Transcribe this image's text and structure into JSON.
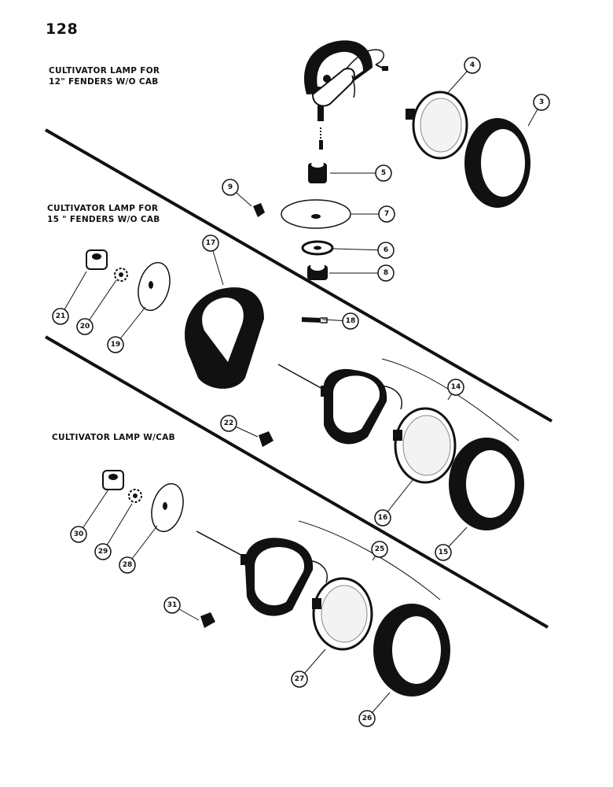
{
  "page_number": "128",
  "sections": [
    {
      "id": "top",
      "lines": [
        "CULTIVATOR LAMP FOR",
        "12\" FENDERS W/O CAB"
      ]
    },
    {
      "id": "middle",
      "lines": [
        "CULTIVATOR LAMP FOR",
        "15 \" FENDERS W/O CAB"
      ]
    },
    {
      "id": "bottom",
      "lines": [
        "CULTIVATOR LAMP W/CAB"
      ]
    }
  ],
  "callouts": [
    "3",
    "4",
    "5",
    "6",
    "7",
    "8",
    "9",
    "14",
    "15",
    "16",
    "17",
    "18",
    "19",
    "20",
    "21",
    "22",
    "25",
    "26",
    "27",
    "28",
    "29",
    "30",
    "31"
  ]
}
